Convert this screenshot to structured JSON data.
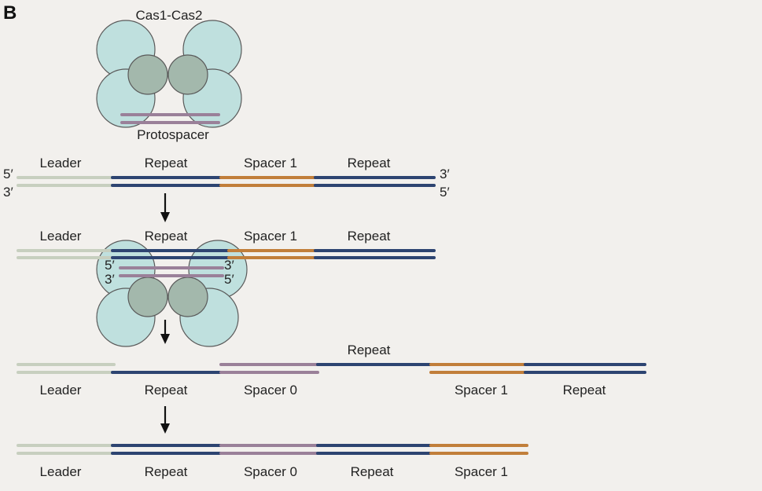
{
  "panel_label": "B",
  "complex_label": "Cas1-Cas2",
  "protospacer_label": "Protospacer",
  "row1": {
    "labels": [
      "Leader",
      "Repeat",
      "Spacer 1",
      "Repeat"
    ],
    "left_top": "5′",
    "left_bottom": "3′",
    "right_top": "3′",
    "right_bottom": "5′"
  },
  "row2": {
    "labels": [
      "Leader",
      "Repeat",
      "Spacer 1",
      "Repeat"
    ],
    "proto_left_top": "5′",
    "proto_left_bottom": "3′",
    "proto_right_top": "3′",
    "proto_right_bottom": "5′"
  },
  "row3": {
    "top_label": "Repeat",
    "labels": [
      "Leader",
      "Repeat",
      "Spacer 0",
      "Spacer 1",
      "Repeat"
    ]
  },
  "row4": {
    "labels": [
      "Leader",
      "Repeat",
      "Spacer 0",
      "Repeat",
      "Spacer 1"
    ]
  },
  "colors": {
    "leader": "#c7cfbf",
    "repeat": "#2d4471",
    "spacer1": "#c17e3a",
    "protospacer": "#9a8099",
    "cas1": "#bfe0de",
    "cas2": "#a3b8ac",
    "outline": "#5a5a5a",
    "arrow": "#111111"
  }
}
